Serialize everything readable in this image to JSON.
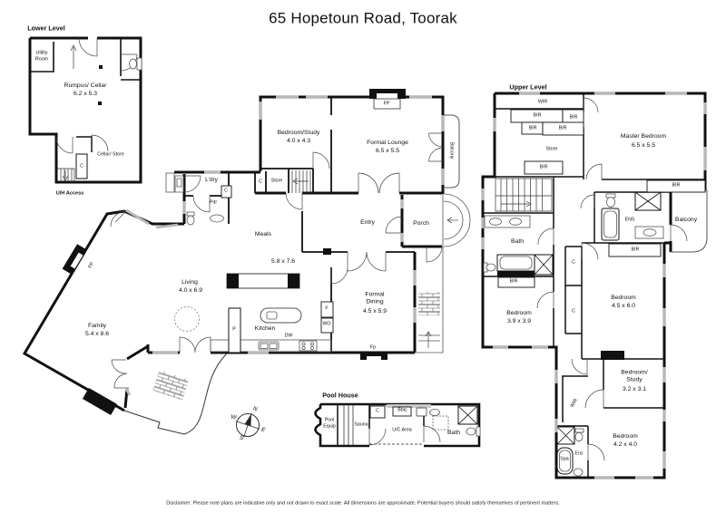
{
  "title": "65 Hopetoun Road, Toorak",
  "disclaimer": "Disclaimer: Please note plans are indicative only and not drawn to exact scale. All dimensions are approximate. Potential buyers should satisfy themselves of pertinent matters.",
  "compass": {
    "n": "N",
    "s": "S",
    "e": "E",
    "w": "W"
  },
  "lower": {
    "label": "Lower Level",
    "utility_room": "Utility Room",
    "rumpus": "Rumpus/ Cellar",
    "rumpus_dims": "6.2 x 5.3",
    "cellar_store": "Cellar/ Store",
    "cupboard": "C",
    "uh_access": "U/H Access"
  },
  "ground": {
    "bedroom_study": "Bedroom/Study",
    "bedroom_study_dims": "4.0 x 4.3",
    "formal_lounge": "Formal Lounge",
    "formal_lounge_dims": "6.5 x 5.5",
    "fireplace_lounge": "FP",
    "balcony": "Balcony",
    "laundry": "L'dry",
    "cupboard": "C",
    "powder": "Pdr",
    "store": "Store",
    "meals": "Meals",
    "meals_dims": "5.8 x 7.6",
    "entry": "Entry",
    "porch": "Porch",
    "living": "Living",
    "living_dims": "4.0 x 6.9",
    "family": "Family",
    "family_dims": "5.4 x 8.6",
    "fireplace_family": "FP",
    "kitchen": "Kitchen",
    "pantry": "P",
    "dishwasher": "DW",
    "fridge": "F",
    "wall_oven": "WO",
    "formal_dining": "Formal Dining",
    "formal_dining_dims": "4.5 x 5.9",
    "fireplace_dining": "Fp"
  },
  "pool_house": {
    "label": "Pool House",
    "pool_equip": "Pool Equip",
    "sauna": "Sauna",
    "cupboard": "C",
    "bbq": "Bbq",
    "uc_area": "U/C Area",
    "bath": "Bath"
  },
  "upper": {
    "label": "Upper Level",
    "wir": "WIR",
    "bir": "BIR",
    "store": "Store",
    "master_bedroom": "Master Bedroom",
    "master_bedroom_dims": "6.5 x 5.5",
    "ens": "ENS",
    "balcony": "Balcony",
    "bath": "Bath",
    "bedroom": "Bedroom",
    "bedroom1_dims": "3.9 x 3.9",
    "bedroom2_dims": "4.5 x 6.0",
    "bedroom_study": "Bedroom/ Study",
    "bedroom_study_dims": "3.2 x 3.1",
    "bedroom3_dims": "4.2 x 4.0",
    "wir2": "WIR",
    "spa": "Spa",
    "ens2": "Ens",
    "closet": "C"
  }
}
